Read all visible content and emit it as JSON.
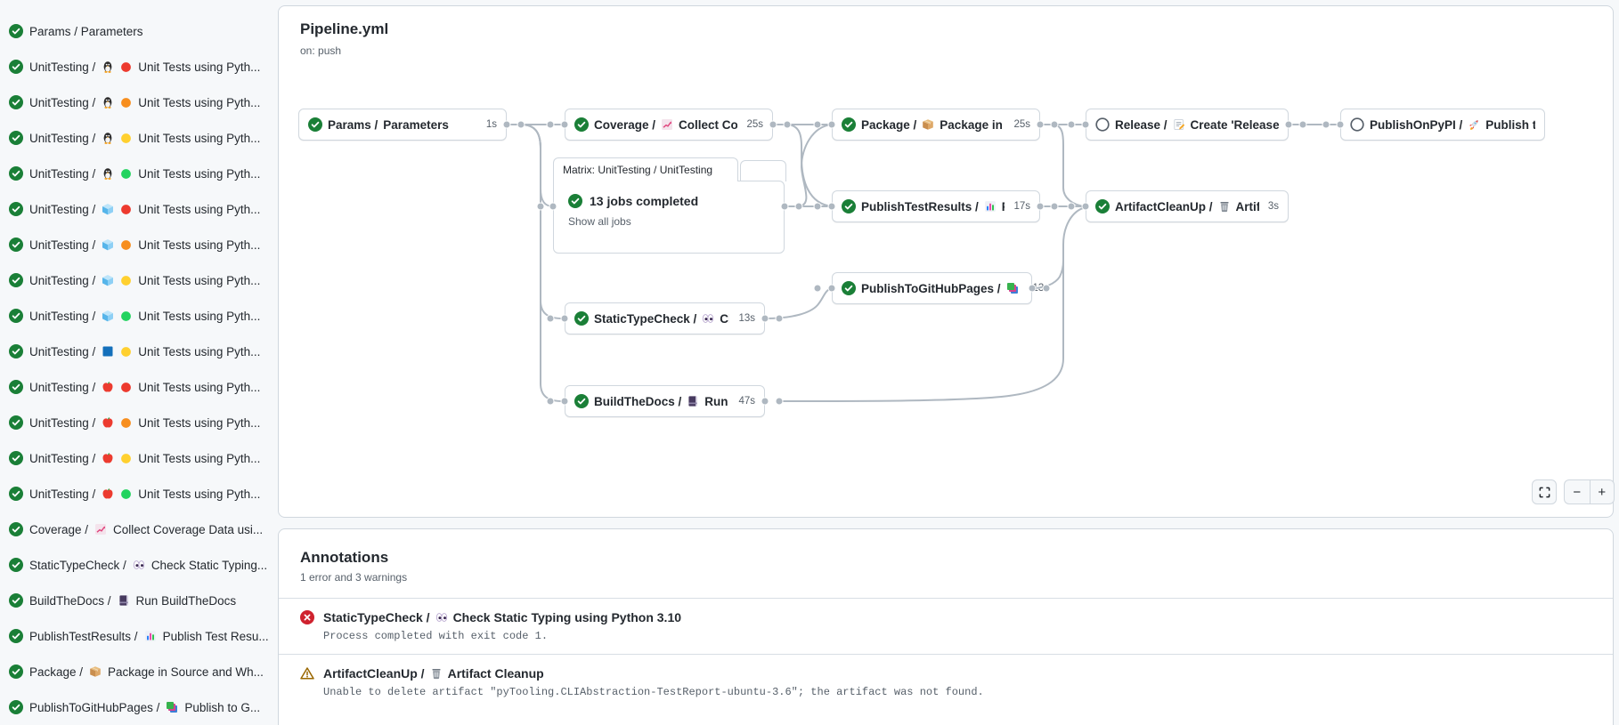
{
  "colors": {
    "success": "#1a7f37",
    "neutral": "#57606a",
    "error": "#cf222e",
    "warning": "#9a6700",
    "edge": "#afb8c1",
    "border": "#d0d7de",
    "py_red": "#ed3a2e",
    "py_orange": "#f78e1e",
    "py_yellow": "#ffd02f",
    "py_green": "#22d35f"
  },
  "header": {
    "title": "Pipeline.yml",
    "trigger": "on: push"
  },
  "sidebar": {
    "items": [
      {
        "status": "success",
        "name": "Params / Parameters",
        "icons": [],
        "label": ""
      },
      {
        "status": "success",
        "name": "UnitTesting /",
        "icons": [
          "linux-icon",
          "dot-red"
        ],
        "label": "Unit Tests using Pyth..."
      },
      {
        "status": "success",
        "name": "UnitTesting /",
        "icons": [
          "linux-icon",
          "dot-orange"
        ],
        "label": "Unit Tests using Pyth..."
      },
      {
        "status": "success",
        "name": "UnitTesting /",
        "icons": [
          "linux-icon",
          "dot-yellow"
        ],
        "label": "Unit Tests using Pyth..."
      },
      {
        "status": "success",
        "name": "UnitTesting /",
        "icons": [
          "linux-icon",
          "dot-green"
        ],
        "label": "Unit Tests using Pyth..."
      },
      {
        "status": "success",
        "name": "UnitTesting /",
        "icons": [
          "mingw-icon",
          "dot-red"
        ],
        "label": "Unit Tests using Pyth..."
      },
      {
        "status": "success",
        "name": "UnitTesting /",
        "icons": [
          "mingw-icon",
          "dot-orange"
        ],
        "label": "Unit Tests using Pyth..."
      },
      {
        "status": "success",
        "name": "UnitTesting /",
        "icons": [
          "mingw-icon",
          "dot-yellow"
        ],
        "label": "Unit Tests using Pyth..."
      },
      {
        "status": "success",
        "name": "UnitTesting /",
        "icons": [
          "mingw-icon",
          "dot-green"
        ],
        "label": "Unit Tests using Pyth..."
      },
      {
        "status": "success",
        "name": "UnitTesting /",
        "icons": [
          "windows-icon",
          "dot-yellow"
        ],
        "label": "Unit Tests using Pyth..."
      },
      {
        "status": "success",
        "name": "UnitTesting /",
        "icons": [
          "macos-icon",
          "dot-red"
        ],
        "label": "Unit Tests using Pyth..."
      },
      {
        "status": "success",
        "name": "UnitTesting /",
        "icons": [
          "macos-icon",
          "dot-orange"
        ],
        "label": "Unit Tests using Pyth..."
      },
      {
        "status": "success",
        "name": "UnitTesting /",
        "icons": [
          "macos-icon",
          "dot-yellow"
        ],
        "label": "Unit Tests using Pyth..."
      },
      {
        "status": "success",
        "name": "UnitTesting /",
        "icons": [
          "macos-icon",
          "dot-green"
        ],
        "label": "Unit Tests using Pyth..."
      },
      {
        "status": "success",
        "name": "Coverage /",
        "icons": [
          "chart-increasing-icon"
        ],
        "label": "Collect Coverage Data usi..."
      },
      {
        "status": "success",
        "name": "StaticTypeCheck /",
        "icons": [
          "eyes-icon"
        ],
        "label": "Check Static Typing..."
      },
      {
        "status": "success",
        "name": "BuildTheDocs /",
        "icons": [
          "notebook-icon"
        ],
        "label": "Run BuildTheDocs"
      },
      {
        "status": "success",
        "name": "PublishTestResults /",
        "icons": [
          "bar-chart-icon"
        ],
        "label": "Publish Test Resu..."
      },
      {
        "status": "success",
        "name": "Package /",
        "icons": [
          "package-icon"
        ],
        "label": "Package in Source and Wh..."
      },
      {
        "status": "success",
        "name": "PublishToGitHubPages /",
        "icons": [
          "books-icon"
        ],
        "label": "Publish to G..."
      }
    ]
  },
  "graph": {
    "nodes": [
      {
        "id": "params",
        "status": "success",
        "name": "Params /",
        "icons": [],
        "label": "Parameters",
        "duration": "1s"
      },
      {
        "id": "coverage",
        "status": "success",
        "name": "Coverage /",
        "icons": [
          "chart-increasing-icon"
        ],
        "label": "Collect Cove...",
        "duration": "25s"
      },
      {
        "id": "package",
        "status": "success",
        "name": "Package /",
        "icons": [
          "package-icon"
        ],
        "label": "Package in So...",
        "duration": "25s"
      },
      {
        "id": "release",
        "status": "skipped",
        "name": "Release /",
        "icons": [
          "memo-icon"
        ],
        "label": "Create 'Release P...",
        "duration": ""
      },
      {
        "id": "publishonpypi",
        "status": "skipped",
        "name": "PublishOnPyPI /",
        "icons": [
          "rocket-icon"
        ],
        "label": "Publish to ...",
        "duration": ""
      },
      {
        "id": "publishtestresults",
        "status": "success",
        "name": "PublishTestResults /",
        "icons": [
          "bar-chart-icon"
        ],
        "label": "Pu...",
        "duration": "17s"
      },
      {
        "id": "artifactcleanup",
        "status": "success",
        "name": "ArtifactCleanUp /",
        "icons": [
          "wastebasket-icon"
        ],
        "label": "Artifac...",
        "duration": "3s"
      },
      {
        "id": "publishtogithubpages",
        "status": "success",
        "name": "PublishToGitHubPages /",
        "icons": [
          "books-icon"
        ],
        "label": "...",
        "duration": "13s"
      },
      {
        "id": "statictypecheck",
        "status": "success",
        "name": "StaticTypeCheck /",
        "icons": [
          "eyes-icon"
        ],
        "label": "Chec...",
        "duration": "13s"
      },
      {
        "id": "buildthedocs",
        "status": "success",
        "name": "BuildTheDocs /",
        "icons": [
          "notebook-icon"
        ],
        "label": "Run Buil...",
        "duration": "47s"
      }
    ],
    "matrix": {
      "tab": "Matrix: UnitTesting / UnitTesting",
      "status": "success",
      "summary": "13 jobs completed",
      "link": "Show all jobs"
    },
    "edges": [
      {
        "from": "params",
        "to": "coverage"
      },
      {
        "from": "params",
        "to": "unittesting"
      },
      {
        "from": "params",
        "to": "statictypecheck"
      },
      {
        "from": "params",
        "to": "buildthedocs"
      },
      {
        "from": "coverage",
        "to": "package"
      },
      {
        "from": "coverage",
        "to": "publishtestresults"
      },
      {
        "from": "unittesting",
        "to": "publishtestresults"
      },
      {
        "from": "unittesting",
        "to": "package"
      },
      {
        "from": "statictypecheck",
        "to": "publishtogithubpages"
      },
      {
        "from": "buildthedocs",
        "to": "artifactcleanup"
      },
      {
        "from": "publishtogithubpages",
        "to": "artifactcleanup"
      },
      {
        "from": "publishtestresults",
        "to": "artifactcleanup"
      },
      {
        "from": "package",
        "to": "artifactcleanup"
      },
      {
        "from": "package",
        "to": "release"
      },
      {
        "from": "release",
        "to": "publishonpypi"
      }
    ],
    "controls": {
      "fullscreen": "fullscreen-icon",
      "zoom_out": "−",
      "zoom_in": "+"
    }
  },
  "annotations": {
    "title": "Annotations",
    "summary": "1 error and 3 warnings",
    "items": [
      {
        "type": "error",
        "name": "StaticTypeCheck /",
        "icon": "eyes-icon",
        "title": "Check Static Typing using Python 3.10",
        "message": "Process completed with exit code 1."
      },
      {
        "type": "warning",
        "name": "ArtifactCleanUp /",
        "icon": "wastebasket-icon",
        "title": "Artifact Cleanup",
        "message": "Unable to delete artifact \"pyTooling.CLIAbstraction-TestReport-ubuntu-3.6\"; the artifact was not found."
      }
    ]
  }
}
